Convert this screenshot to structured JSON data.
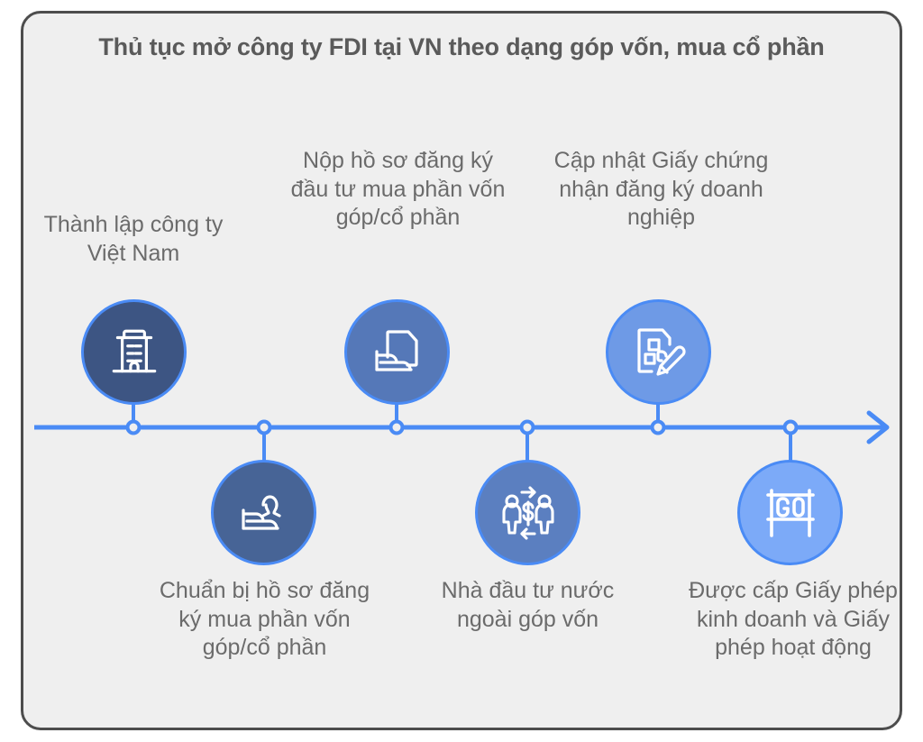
{
  "frame": {
    "background_color": "#efefef",
    "border_color": "#4d4d4d"
  },
  "header": {
    "title": "Thủ tục mở công ty FDI tại VN theo dạng góp vốn, mua cổ phần",
    "title_color": "#5a5a5a"
  },
  "timeline": {
    "line_color": "#4a8bf5",
    "node_marker_fill": "#efefef",
    "arrow_direction": "right",
    "node_count": 6
  },
  "steps": [
    {
      "index": 1,
      "position": "above",
      "label": "Thành lập công ty Việt Nam",
      "icon": "office-building-icon",
      "circle_color": "#3d5583",
      "ring_color": "#4a8bf5"
    },
    {
      "index": 2,
      "position": "below",
      "label": "Chuẩn bị hồ sơ đăng ký mua phần vốn góp/cổ phần",
      "icon": "person-document-icon",
      "circle_color": "#476496",
      "ring_color": "#4a8bf5"
    },
    {
      "index": 3,
      "position": "above",
      "label": "Nộp hồ sơ đăng ký đầu tư mua phần vốn góp/cổ phần",
      "icon": "document-hand-icon",
      "circle_color": "#5578b8",
      "ring_color": "#4a8bf5"
    },
    {
      "index": 4,
      "position": "below",
      "label": "Nhà đầu tư nước ngoài góp vốn",
      "icon": "money-exchange-people-icon",
      "circle_color": "#5b7fc0",
      "ring_color": "#4a8bf5"
    },
    {
      "index": 5,
      "position": "above",
      "label": "Cập nhật Giấy chứng nhận đăng ký doanh nghiệp",
      "icon": "certificate-edit-icon",
      "circle_color": "#6e9ae6",
      "ring_color": "#4a8bf5"
    },
    {
      "index": 6,
      "position": "below",
      "label": "Được cấp Giấy phép kinh doanh và Giấy phép hoạt động",
      "icon": "go-sign-icon",
      "circle_color": "#7caaf8",
      "ring_color": "#4a8bf5",
      "icon_text": "GO"
    }
  ]
}
